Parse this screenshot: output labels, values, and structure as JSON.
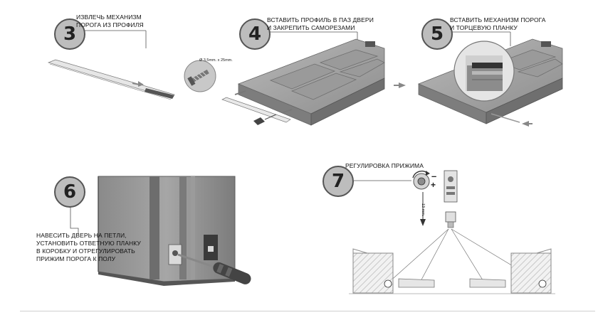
{
  "steps": [
    {
      "number": "3",
      "lines": [
        "ИЗВЛЕЧЬ МЕХАНИЗМ",
        "ПОРОГА ИЗ ПРОФИЛЯ"
      ]
    },
    {
      "number": "4",
      "lines": [
        "ВСТАВИТЬ ПРОФИЛЬ В ПАЗ ДВЕРИ",
        "И ЗАКРЕПИТЬ САМОРЕЗАМИ"
      ]
    },
    {
      "number": "5",
      "lines": [
        "ВСТАВИТЬ МЕХАНИЗМ ПОРОГА",
        "И ТОРЦЕВУЮ ПЛАНКУ"
      ]
    },
    {
      "number": "6",
      "lines": [
        "НАВЕСИТЬ ДВЕРЬ НА ПЕТЛИ,",
        "УСТАНОВИТЬ ОТВЕТНУЮ ПЛАНКУ",
        "В КОРОБКУ И ОТРЕГУЛИРОВАТЬ",
        "ПРИЖИМ ПОРОГА К ПОЛУ"
      ]
    },
    {
      "number": "7",
      "lines": [
        "РЕГУЛИРОВКА ПРИЖИМА"
      ]
    }
  ],
  "screw_spec": "Ø 3,5mm. x 25mm.",
  "travel_label": "13 mm.",
  "minus_sign": "–",
  "plus_sign": "+",
  "colors": {
    "badge_fill": "#bdbdbd",
    "wood": "#a9a9a9",
    "wood_dark": "#7d7d7d"
  }
}
